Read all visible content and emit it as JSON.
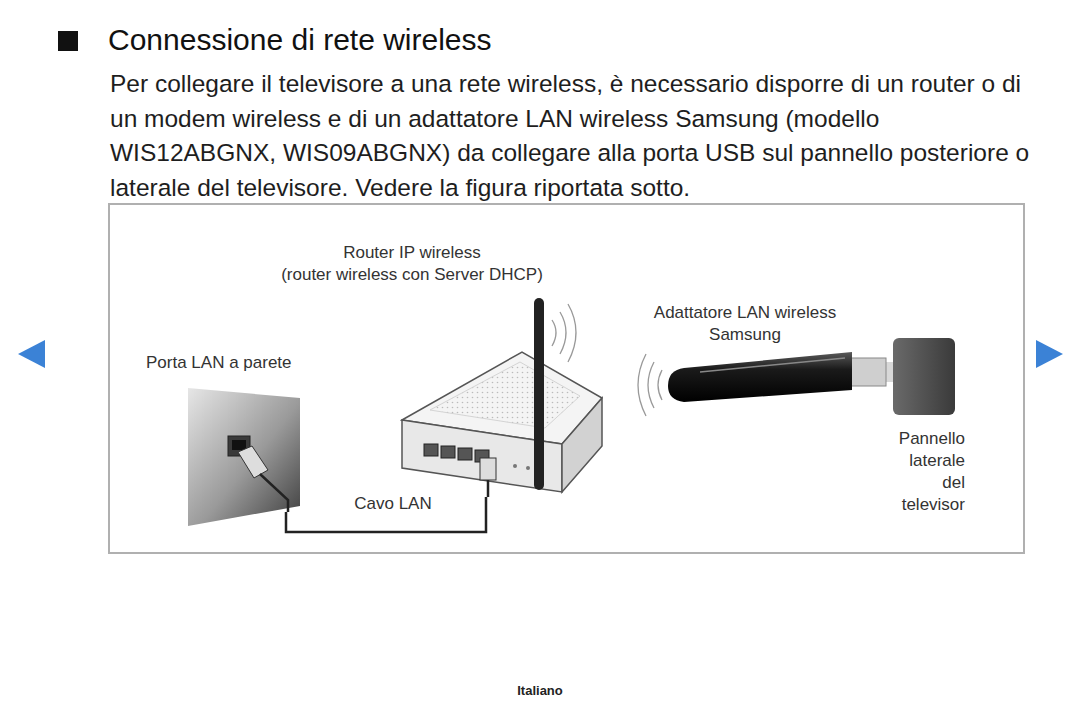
{
  "diagram": {
    "title": "Connessione di rete wireless",
    "nodes": [
      {
        "text": [
          "Porta LAN a parete"
        ]
      },
      {
        "text": [
          "Router IP wireless",
          "(router wireless con Server DHCP)"
        ]
      },
      {
        "text": [
          "Adattatore LAN wireless Samsung"
        ]
      },
      {
        "text": [
          "Pannello laterale del televisor"
        ]
      }
    ],
    "edges": [
      {
        "from": 0,
        "to": 1,
        "arrow": "none",
        "label": "Cavo LAN"
      }
    ],
    "labels": [
      "Per collegare il televisore a una rete wireless, è necessario disporre di un router o di un modem wireless e di un adattatore LAN wireless Samsung (modello WIS12ABGNX, WIS09ABGNX) da collegare alla porta USB sul pannello posteriore o laterale del televisore. Vedere la figura riportata sotto.",
      "Italiano"
    ]
  }
}
